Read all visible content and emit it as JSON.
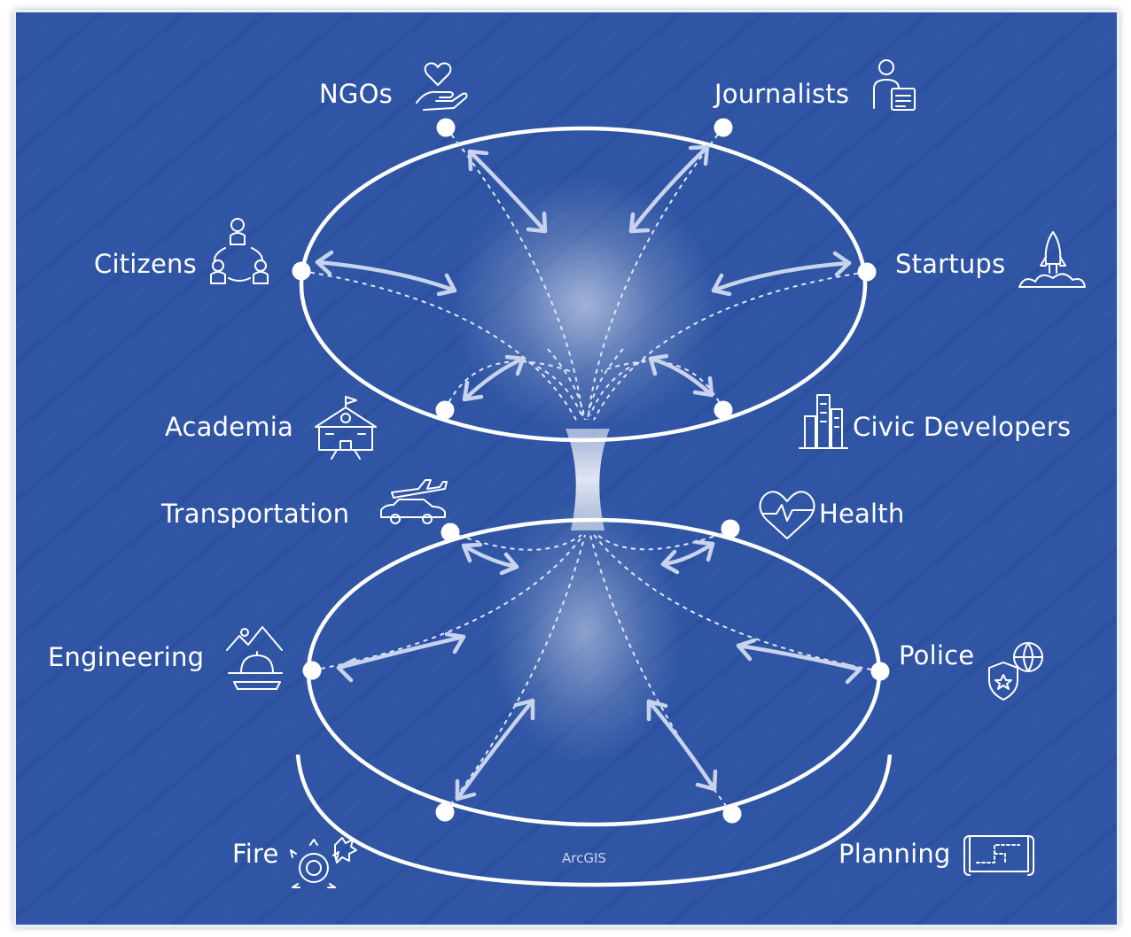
{
  "diagram": {
    "top_group": {
      "nodes": [
        {
          "id": "ngos",
          "label": "NGOs",
          "icon": "hand-heart-icon"
        },
        {
          "id": "journalists",
          "label": "Journalists",
          "icon": "person-document-icon"
        },
        {
          "id": "citizens",
          "label": "Citizens",
          "icon": "people-circle-icon"
        },
        {
          "id": "startups",
          "label": "Startups",
          "icon": "rocket-icon"
        },
        {
          "id": "academia",
          "label": "Academia",
          "icon": "school-building-icon"
        },
        {
          "id": "civic_developers",
          "label": "Civic Developers",
          "icon": "city-buildings-icon"
        }
      ]
    },
    "bottom_group": {
      "nodes": [
        {
          "id": "transportation",
          "label": "Transportation",
          "icon": "plane-car-icon"
        },
        {
          "id": "health",
          "label": "Health",
          "icon": "heart-pulse-icon"
        },
        {
          "id": "engineering",
          "label": "Engineering",
          "icon": "landscape-hardhat-icon"
        },
        {
          "id": "police",
          "label": "Police",
          "icon": "badge-globe-icon"
        },
        {
          "id": "fire",
          "label": "Fire",
          "icon": "fire-emblem-icon"
        },
        {
          "id": "planning",
          "label": "Planning",
          "icon": "blueprint-icon"
        }
      ]
    },
    "platform_label": "ArcGIS"
  },
  "colors": {
    "background": "#2f55a4",
    "line": "#ffffff",
    "arrow": "#c8d3ee",
    "glow": "#ffffff"
  }
}
